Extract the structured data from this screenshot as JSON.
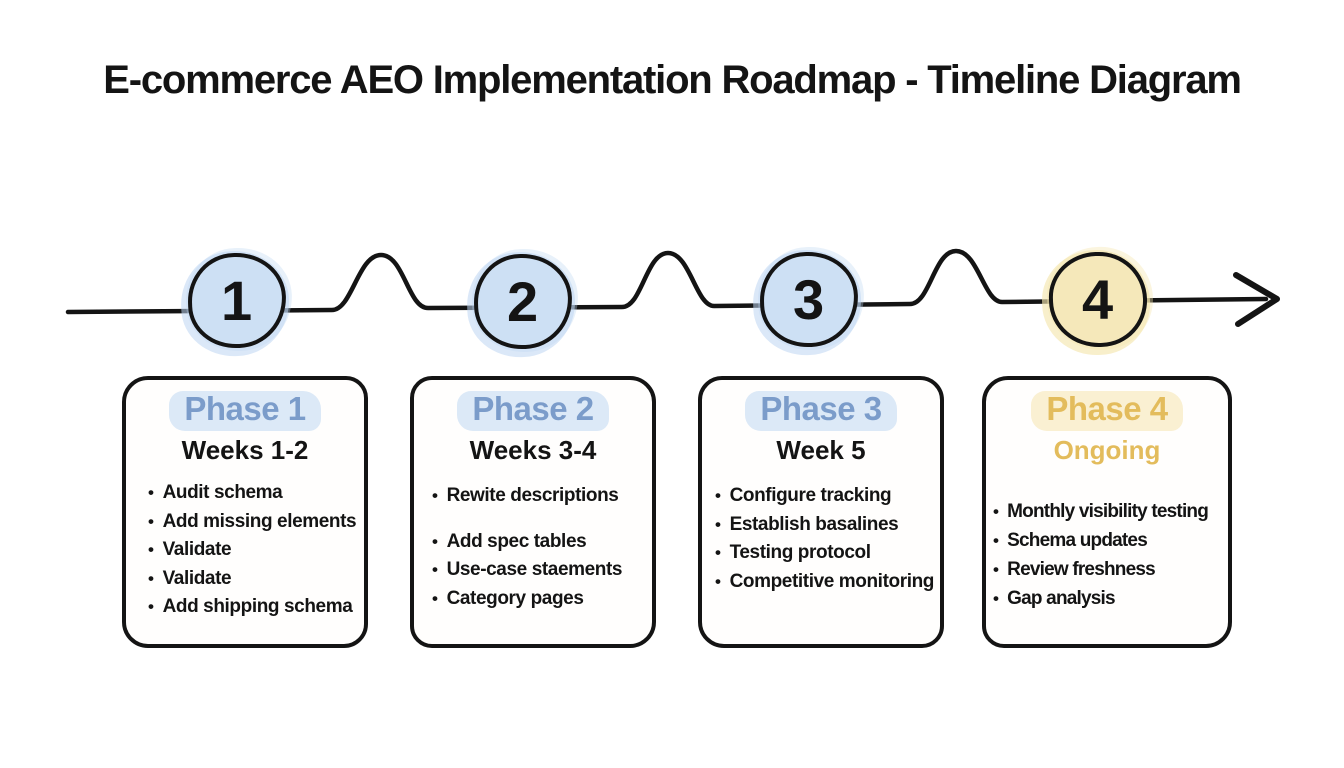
{
  "title": "E-commerce AEO Implementation Roadmap - Timeline Diagram",
  "bullet": "•",
  "colors": {
    "background": "#ffffff",
    "ink": "#141414",
    "blue_text": "#7b9cca",
    "blue_highlight": "#dce9f7",
    "blue_circle": "#cde0f4",
    "gold_text": "#e3bc5c",
    "gold_highlight": "#faf0d2",
    "gold_circle": "#f5e8ba"
  },
  "phases": [
    {
      "number": "1",
      "label": "Phase 1",
      "timeframe": "Weeks 1-2",
      "items": [
        "Audit schema",
        "Add missing elements",
        "Validate",
        "Validate",
        "Add shipping schema"
      ]
    },
    {
      "number": "2",
      "label": "Phase 2",
      "timeframe": "Weeks 3-4",
      "items": [
        "Rewite descriptions",
        "Add spec tables",
        "Use-case staements",
        "Category pages"
      ]
    },
    {
      "number": "3",
      "label": "Phase 3",
      "timeframe": "Week 5",
      "items": [
        "Configure tracking",
        "Establish basalines",
        "Testing protocol",
        "Competitive monitoring"
      ]
    },
    {
      "number": "4",
      "label": "Phase 4",
      "timeframe": "Ongoing",
      "items": [
        "Monthly visibility testing",
        "Schema updates",
        "Review freshness",
        "Gap analysis"
      ]
    }
  ]
}
